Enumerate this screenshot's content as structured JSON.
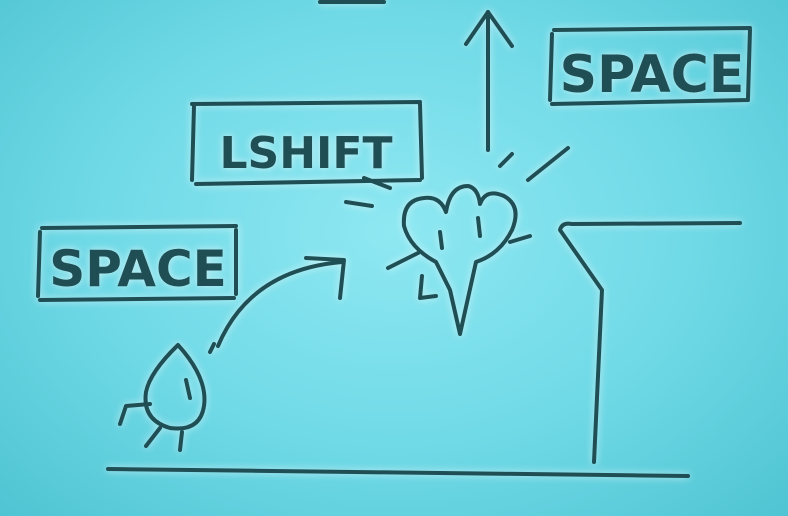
{
  "tutorial": {
    "key_space_left": "SPACE",
    "key_lshift": "LSHIFT",
    "key_space_right": "SPACE"
  },
  "colors": {
    "ink": "#1f4f55",
    "background": "#6fd9e6"
  }
}
